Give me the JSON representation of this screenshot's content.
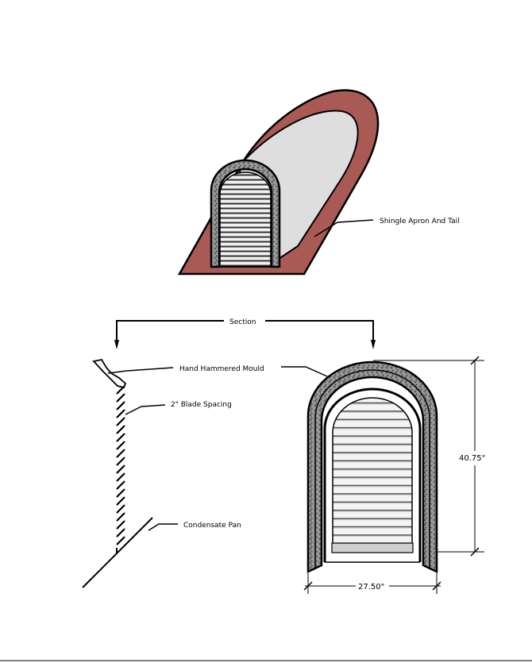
{
  "labels": {
    "shingle_apron": "Shingle Apron And Tail",
    "section": "Section",
    "hand_hammered_mould": "Hand Hammered Mould",
    "blade_spacing": "2\" Blade Spacing",
    "condensate_pan": "Condensate Pan",
    "height_dim": "40.75\"",
    "width_dim": "27.50\""
  },
  "colors": {
    "apron": "#a95a55",
    "body": "#dedede",
    "mould": "#777777",
    "louver_light": "#f0f0f0",
    "louver_dark": "#555555"
  }
}
